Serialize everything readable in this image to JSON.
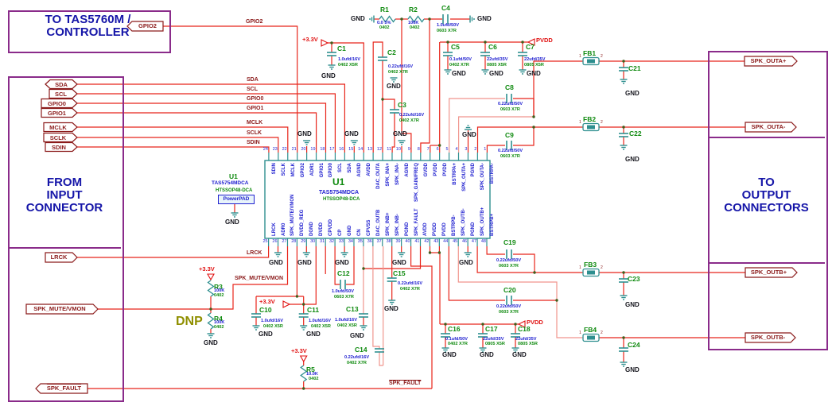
{
  "title_boxes": {
    "controller": {
      "line1": "TO TAS5760M /",
      "line2": "CONTROLLER"
    },
    "input": {
      "line1": "FROM",
      "line2": "INPUT",
      "line3": "CONNECTOR"
    },
    "output": {
      "line1": "TO",
      "line2": "OUTPUT",
      "line3": "CONNECTORS"
    }
  },
  "flags": {
    "gpio2": "GPIO2",
    "sda": "SDA",
    "scl": "SCL",
    "gpio0": "GPIO0",
    "gpio1": "GPIO1",
    "mclk": "MCLK",
    "sclk": "SCLK",
    "sdin": "SDIN",
    "lrck": "LRCK",
    "mute": "SPK_MUTE/VMON",
    "fault": "SPK_FAULT",
    "outap": "SPK_OUTA+",
    "outam": "SPK_OUTA-",
    "outbp": "SPK_OUTB+",
    "outbm": "SPK_OUTB-"
  },
  "power": {
    "v33": "+3.3V",
    "pvdd": "PVDD",
    "gnd": "GND",
    "dnp": "DNP",
    "one": "1",
    "two": "2"
  },
  "ic": {
    "ref": "U1",
    "part": "TAS5754MDCA",
    "pkg": "HTSSOP48-DCA",
    "pad": "PowerPAD",
    "pins_top": [
      {
        "n": "24",
        "name": "SDIN"
      },
      {
        "n": "23",
        "name": "SCLK"
      },
      {
        "n": "22",
        "name": "MCLK"
      },
      {
        "n": "21",
        "name": "GPIO2"
      },
      {
        "n": "20",
        "name": "ADR1"
      },
      {
        "n": "19",
        "name": "GPIO1"
      },
      {
        "n": "18",
        "name": "GPIO0"
      },
      {
        "n": "17",
        "name": "SCL"
      },
      {
        "n": "16",
        "name": "SDA"
      },
      {
        "n": "15",
        "name": "AGND"
      },
      {
        "n": "14",
        "name": "AVDD"
      },
      {
        "n": "13",
        "name": "DAC_OUTA"
      },
      {
        "n": "12",
        "name": "SPK_INA+"
      },
      {
        "n": "11",
        "name": "SPK_INA-"
      },
      {
        "n": "10",
        "name": "AGND"
      },
      {
        "n": "9",
        "name": "SPK_GAIN/FREQ"
      },
      {
        "n": "8",
        "name": "GVDD"
      },
      {
        "n": "7",
        "name": "PVDD"
      },
      {
        "n": "6",
        "name": "PVDD"
      },
      {
        "n": "5",
        "name": "BSTRPA+"
      },
      {
        "n": "4",
        "name": "SPK_OUTA+"
      },
      {
        "n": "3",
        "name": "PGND"
      },
      {
        "n": "2",
        "name": "SPK_OUTA-"
      },
      {
        "n": "1",
        "name": "BSTRPA-"
      }
    ],
    "pins_bottom": [
      {
        "n": "25",
        "name": "LRCK"
      },
      {
        "n": "26",
        "name": "ADR0"
      },
      {
        "n": "27",
        "name": "SPK_MUTE/VMON"
      },
      {
        "n": "28",
        "name": "DVDD_REG"
      },
      {
        "n": "29",
        "name": "DGND"
      },
      {
        "n": "30",
        "name": "DVDD"
      },
      {
        "n": "31",
        "name": "CPVDD"
      },
      {
        "n": "32",
        "name": "CP"
      },
      {
        "n": "33",
        "name": "GND"
      },
      {
        "n": "34",
        "name": "CN"
      },
      {
        "n": "35",
        "name": "CPVSS"
      },
      {
        "n": "36",
        "name": "DAC_OUTB"
      },
      {
        "n": "37",
        "name": "SPK_INB+"
      },
      {
        "n": "38",
        "name": "SPK_INB-"
      },
      {
        "n": "39",
        "name": "PGND"
      },
      {
        "n": "40",
        "name": "SPK_FAULT"
      },
      {
        "n": "41",
        "name": "AVDD"
      },
      {
        "n": "42",
        "name": "PVDD"
      },
      {
        "n": "43",
        "name": "PVDD"
      },
      {
        "n": "44",
        "name": "BSTRPB-"
      },
      {
        "n": "45",
        "name": "SPK_OUTB-"
      },
      {
        "n": "46",
        "name": "PGND"
      },
      {
        "n": "47",
        "name": "SPK_OUTB+"
      },
      {
        "n": "48",
        "name": "BSTRPB+"
      }
    ]
  },
  "components": {
    "R1": {
      "ref": "R1",
      "value": "0.0 5%",
      "pkg": "0402"
    },
    "R2": {
      "ref": "R2",
      "value": "100K",
      "pkg": "0402"
    },
    "R3": {
      "ref": "R3",
      "value": "100K",
      "pkg": "0402"
    },
    "R4": {
      "ref": "R4",
      "value": "100K",
      "pkg": "0402"
    },
    "R5": {
      "ref": "R5",
      "value": "10.0K",
      "pkg": "0402"
    },
    "C1": {
      "ref": "C1",
      "value": "1.0ufd/16V",
      "pkg": "0402 X5R"
    },
    "C2": {
      "ref": "C2",
      "value": "0.22ufd/16V",
      "pkg": "0402 X7R"
    },
    "C3": {
      "ref": "C3",
      "value": "0.22ufd/16V",
      "pkg": "0402 X7R"
    },
    "C4": {
      "ref": "C4",
      "value": "1.0ufd/50V",
      "pkg": "0603 X7R"
    },
    "C5": {
      "ref": "C5",
      "value": "0.1ufd/50V",
      "pkg": "0402 X7R"
    },
    "C6": {
      "ref": "C6",
      "value": "22ufd/35V",
      "pkg": "0805 X5R"
    },
    "C7": {
      "ref": "C7",
      "value": "22ufd/35V",
      "pkg": "0805 X5R"
    },
    "C8": {
      "ref": "C8",
      "value": "0.22ufd/50V",
      "pkg": "0603 X7R"
    },
    "C9": {
      "ref": "C9",
      "value": "0.22ufd/50V",
      "pkg": "0603 X7R"
    },
    "C10": {
      "ref": "C10",
      "value": "1.0ufd/16V",
      "pkg": "0402 X5R"
    },
    "C11": {
      "ref": "C11",
      "value": "1.0ufd/16V",
      "pkg": "0402 X5R"
    },
    "C12": {
      "ref": "C12",
      "value": "1.0ufd/50V",
      "pkg": "0603 X7R"
    },
    "C13": {
      "ref": "C13",
      "value": "1.0ufd/16V",
      "pkg": "0402 X5R"
    },
    "C14": {
      "ref": "C14",
      "value": "0.22ufd/16V",
      "pkg": "0402 X7R"
    },
    "C15": {
      "ref": "C15",
      "value": "0.22ufd/16V",
      "pkg": "0402 X7R"
    },
    "C16": {
      "ref": "C16",
      "value": "0.1ufd/50V",
      "pkg": "0402 X7R"
    },
    "C17": {
      "ref": "C17",
      "value": "22ufd/35V",
      "pkg": "0805 X5R"
    },
    "C18": {
      "ref": "C18",
      "value": "22ufd/35V",
      "pkg": "0805 X5R"
    },
    "C19": {
      "ref": "C19",
      "value": "0.22ufd/50V",
      "pkg": "0603 X7R"
    },
    "C20": {
      "ref": "C20",
      "value": "0.22ufd/50V",
      "pkg": "0603 X7R"
    },
    "C21": {
      "ref": "C21"
    },
    "C22": {
      "ref": "C22"
    },
    "C23": {
      "ref": "C23"
    },
    "C24": {
      "ref": "C24"
    },
    "FB1": {
      "ref": "FB1"
    },
    "FB2": {
      "ref": "FB2"
    },
    "FB3": {
      "ref": "FB3"
    },
    "FB4": {
      "ref": "FB4"
    }
  }
}
